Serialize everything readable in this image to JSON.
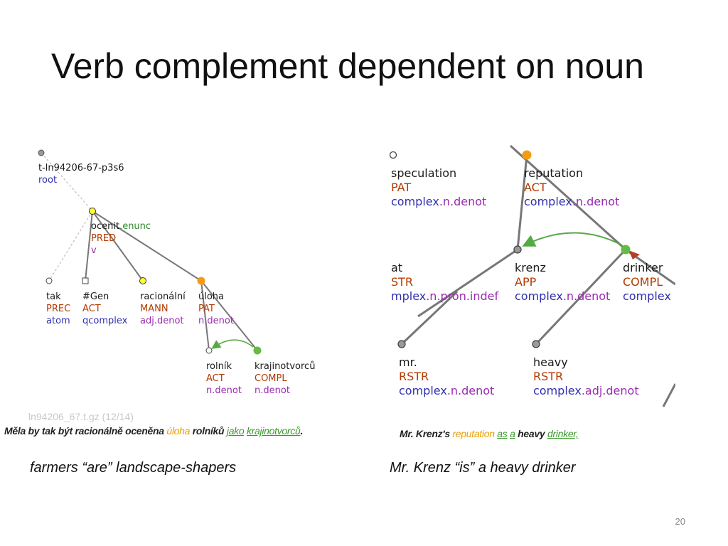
{
  "slide": {
    "title": "Verb complement dependent on noun",
    "page_number": "20",
    "colors": {
      "orange_node": "#f39c12",
      "yellow_node": "#ffff33",
      "green_node": "#66bb44",
      "edge": "#777777",
      "functor": "#b33a00",
      "semantic": "#3030b0"
    }
  },
  "left": {
    "root": {
      "id": "t-ln94206-67-p3s6",
      "label": "root"
    },
    "pred": {
      "lemma": "ocenit",
      "suffix": ".enunc",
      "functor": "PRED",
      "sem": "v"
    },
    "tak": {
      "lemma": "tak",
      "functor": "PREC",
      "sem": "atom"
    },
    "gen": {
      "lemma": "#Gen",
      "functor": "ACT",
      "sem": "qcomplex"
    },
    "racionalni": {
      "lemma": "racionální",
      "functor": "MANN",
      "sem": "adj.denot"
    },
    "uloha": {
      "lemma": "úloha",
      "functor": "PAT",
      "sem": "n.denot"
    },
    "rolnik": {
      "lemma": "rolník",
      "functor": "ACT",
      "sem": "n.denot"
    },
    "krajinotvorcu": {
      "lemma": "krajinotvorců",
      "functor": "COMPL",
      "sem": "n.denot"
    },
    "file": "ln94206_67.t.gz (12/14)",
    "sentence": {
      "pre": "Měla by tak být racionálně oceněna ",
      "w1": "úloha",
      "mid1": " rolníků ",
      "w2": "jako",
      "mid2": " ",
      "w3": "krajinotvorců",
      "end": "."
    },
    "caption": "farmers “are” landscape-shapers"
  },
  "right": {
    "speculation": {
      "lemma": "speculation",
      "functor": "PAT",
      "sem_pre": "complex",
      "sem_rest": ".n.denot"
    },
    "reputation": {
      "lemma": "reputation",
      "functor": "ACT",
      "sem_pre": "complex",
      "sem_rest": ".n.denot"
    },
    "that": {
      "lemma": "at",
      "functor": "STR",
      "sem_pre": "mplex",
      "sem_rest": ".n.pron.indef"
    },
    "krenz": {
      "lemma": "krenz",
      "functor": "APP",
      "sem_pre": "complex",
      "sem_rest": ".n.denot"
    },
    "drinker": {
      "lemma": "drinker",
      "functor": "COMPL",
      "sem_pre": "complex",
      "sem_rest": ""
    },
    "mr": {
      "lemma": "mr.",
      "functor": "RSTR",
      "sem_pre": "complex",
      "sem_rest": ".n.denot"
    },
    "heavy": {
      "lemma": "heavy",
      "functor": "RSTR",
      "sem_pre": "complex",
      "sem_rest": ".adj.denot"
    },
    "sentence": {
      "pre": "Mr. Krenz's ",
      "w1": "reputation",
      "mid1": " ",
      "w2": "as",
      "mid2": " ",
      "w3": "a",
      "mid3": " heavy ",
      "w4": "drinker,"
    },
    "caption": "Mr. Krenz “is” a heavy drinker"
  }
}
